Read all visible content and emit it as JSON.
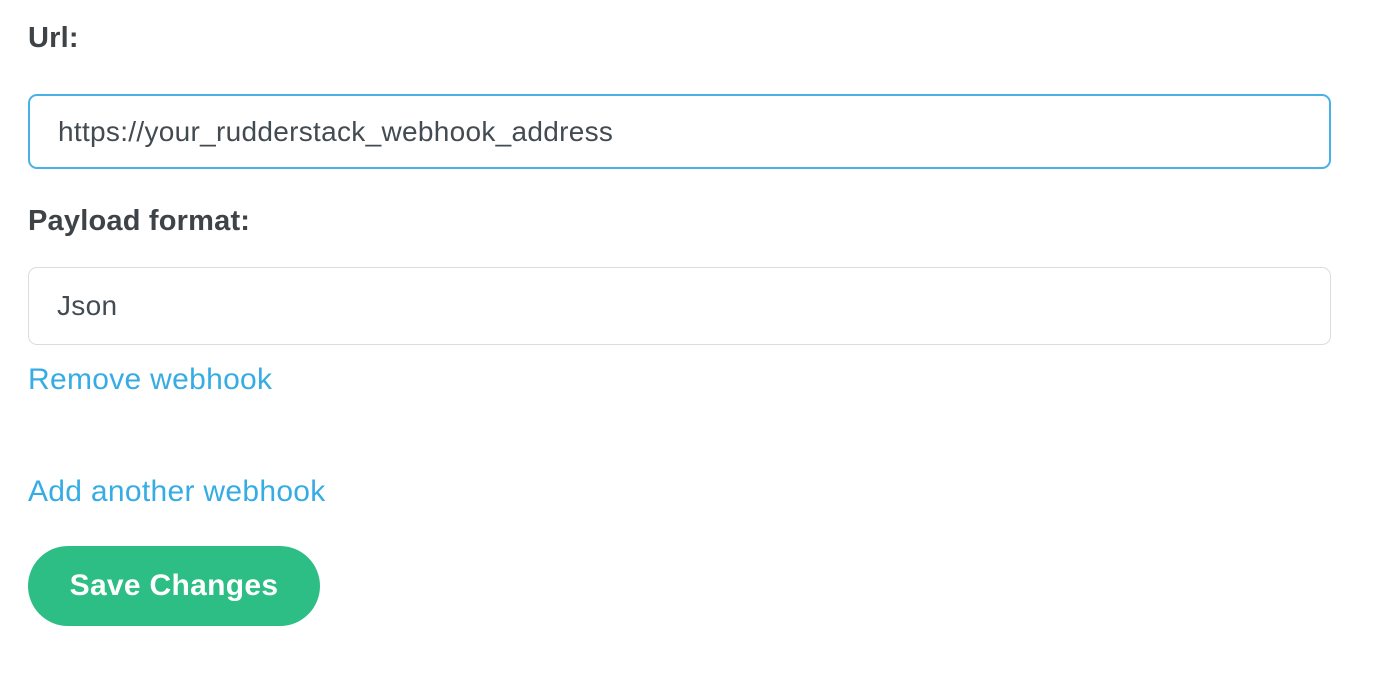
{
  "form": {
    "url_field": {
      "label": "Url:",
      "value": "https://your_rudderstack_webhook_address"
    },
    "payload_field": {
      "label": "Payload format:",
      "value": "Json"
    },
    "links": {
      "remove_webhook": "Remove webhook",
      "add_webhook": "Add another webhook"
    },
    "actions": {
      "save_label": "Save Changes"
    },
    "colors": {
      "focus_border": "#47b1e8",
      "idle_border": "#dcdcdc",
      "link_blue": "#36ace4",
      "button_green": "#2cbe85",
      "label_text": "#3e4347",
      "input_text": "#434b52"
    }
  }
}
